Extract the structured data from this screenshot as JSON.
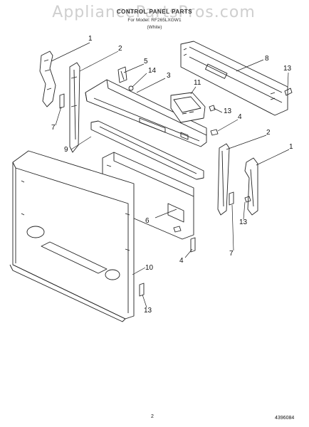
{
  "watermark": "AppliancePartsPros.com",
  "header": {
    "title": "CONTROL PANEL PARTS",
    "model_line": "For Model: RF265LXGW1",
    "code_line": "(White)"
  },
  "callouts": {
    "c1_left": "1",
    "c2_left": "2",
    "c5": "5",
    "c14": "14",
    "c3": "3",
    "c8": "8",
    "c13_top": "13",
    "c11": "11",
    "c13_mid": "13",
    "c4_mid": "4",
    "c7_left": "7",
    "c9": "9",
    "c2_right": "2",
    "c1_right": "1",
    "c6": "6",
    "c13_right": "13",
    "c7_right": "7",
    "c4_bottom": "4",
    "c10": "10",
    "c13_bottom": "13"
  },
  "footer": {
    "page": "2",
    "part_no": "4396084"
  }
}
